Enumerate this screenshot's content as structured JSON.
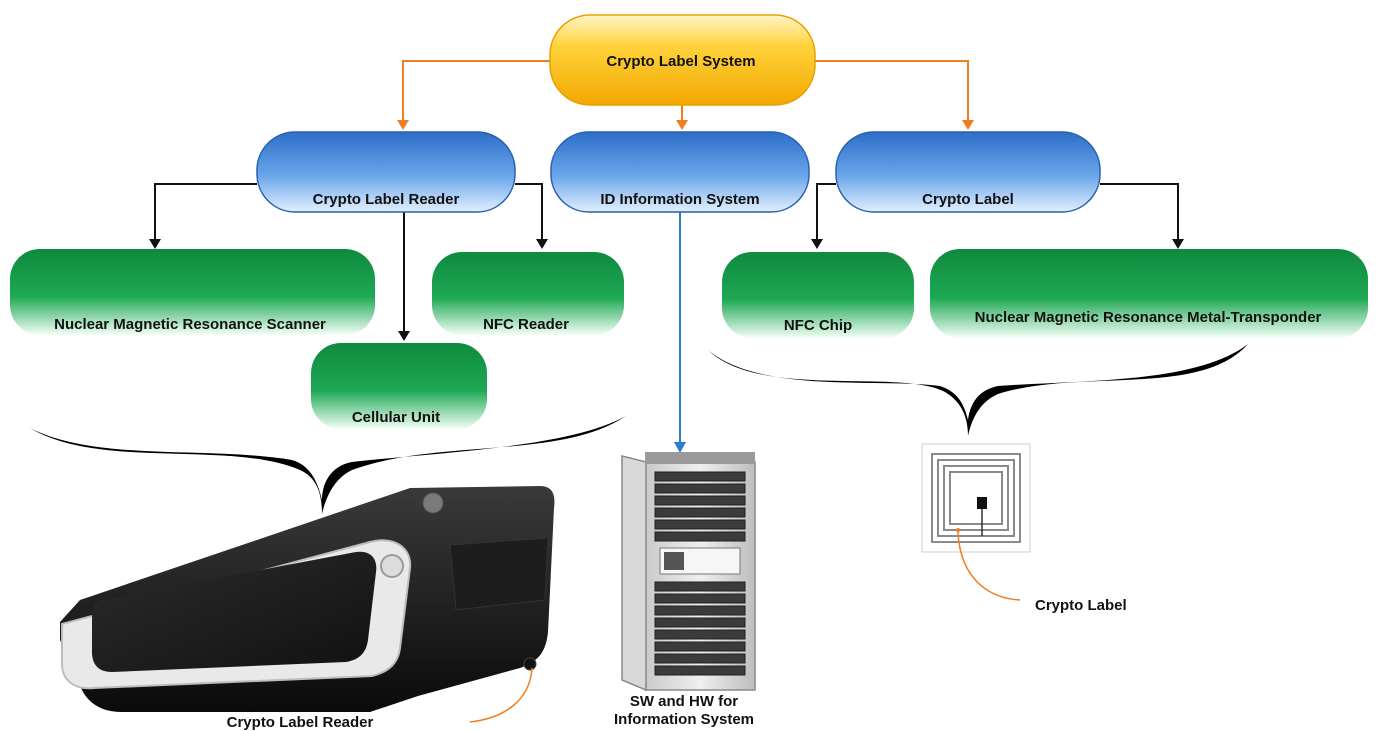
{
  "diagram": {
    "root": {
      "label": "Crypto Label System"
    },
    "level1": [
      {
        "id": "reader",
        "label": "Crypto Label Reader"
      },
      {
        "id": "idsys",
        "label": "ID Information System"
      },
      {
        "id": "label",
        "label": "Crypto Label"
      }
    ],
    "reader_children": [
      {
        "label": "Nuclear Magnetic Resonance Scanner"
      },
      {
        "label": "NFC Reader"
      },
      {
        "label": "Cellular Unit"
      }
    ],
    "label_children": [
      {
        "label": "NFC Chip"
      },
      {
        "label": "Nuclear Magnetic Resonance Metal-Transponder"
      }
    ],
    "captions": {
      "reader_device": "Crypto Label Reader",
      "server_line1": "SW and HW for",
      "server_line2": "Information System",
      "tag": "Crypto Label"
    },
    "colors": {
      "root_fill": "#f7b500",
      "level1_fill": "#3f86d9",
      "child_fill": "#139a4a",
      "root_arrows": "#f07d1e",
      "child_arrows": "#111111",
      "server_arrow": "#2a7fd0",
      "callout": "#f07d1e"
    }
  }
}
